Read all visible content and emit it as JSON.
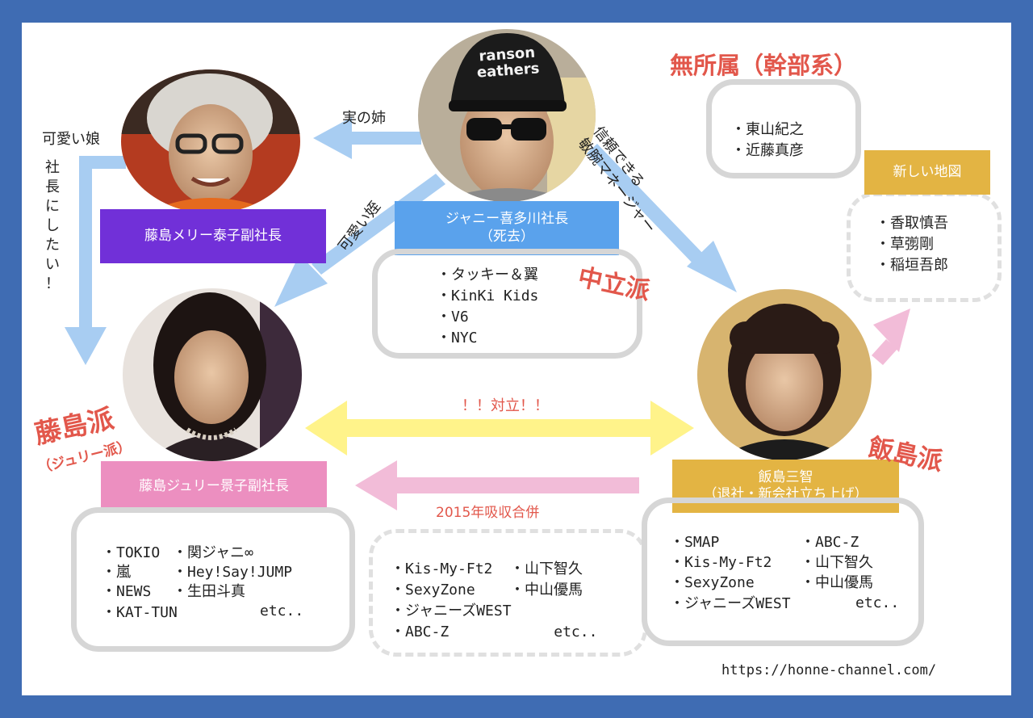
{
  "people": {
    "mary": {
      "label": "藤島メリー泰子副社長"
    },
    "johnny": {
      "label": "ジャニー喜多川社長\n（死去）",
      "cap_text": "ranson\neathers"
    },
    "julie": {
      "label": "藤島ジュリー景子副社長"
    },
    "iijima": {
      "label": "飯島三智\n（退社・新会社立ち上げ）"
    }
  },
  "factions": {
    "fujishima": "藤島派",
    "fujishima_sub": "（ジュリー派）",
    "neutral": "中立派",
    "iijima": "飯島派",
    "unaffiliated": "無所属（幹部系）"
  },
  "relations": {
    "real_sister": "実の姉",
    "cute_daughter": "可愛い娘",
    "cute_niece": "可愛い姪",
    "want_president": "社\n長\nに\nし\nた\nい\n！",
    "trusted_manager": "信頼できる\n敏腕マネージャー",
    "conflict": "！！対立！！",
    "merger": "2015年吸収合併"
  },
  "groups": {
    "neutral": [
      "・タッキー＆翼",
      "・KinKi Kids",
      "・V6",
      "・NYC"
    ],
    "unaffiliated": [
      "・東山紀之",
      "・近藤真彦"
    ],
    "new_map_title": "新しい地図",
    "new_map": [
      "・香取慎吾",
      "・草彅剛",
      "・稲垣吾郎"
    ],
    "julie_col1": [
      "・TOKIO",
      "・嵐",
      "・NEWS",
      "・KAT-TUN"
    ],
    "julie_col2": [
      "・関ジャニ∞",
      "・Hey!Say!JUMP",
      "・生田斗真",
      "etc.."
    ],
    "merged": [
      "・Kis-My-Ft2  ・山下智久",
      "・SexyZone    ・中山優馬",
      "・ジャニーズWEST",
      "・ABC-Z            etc.."
    ],
    "iijima_col1": [
      "・SMAP",
      "・Kis-My-Ft2",
      "・SexyZone",
      "・ジャニーズWEST"
    ],
    "iijima_col2": [
      "・ABC-Z",
      "・山下智久",
      "・中山優馬",
      "etc.."
    ]
  },
  "url": "https://honne-channel.com/",
  "colors": {
    "frame": "#3f6cb3",
    "purple": "#7130d8",
    "blue": "#5aa2ec",
    "pink": "#ec8fc0",
    "gold": "#e3b443",
    "faction_red": "#e2574b",
    "arrow_blue": "#a8cdf2",
    "arrow_yellow": "#fff38a",
    "arrow_pink": "#f2bcd8"
  }
}
